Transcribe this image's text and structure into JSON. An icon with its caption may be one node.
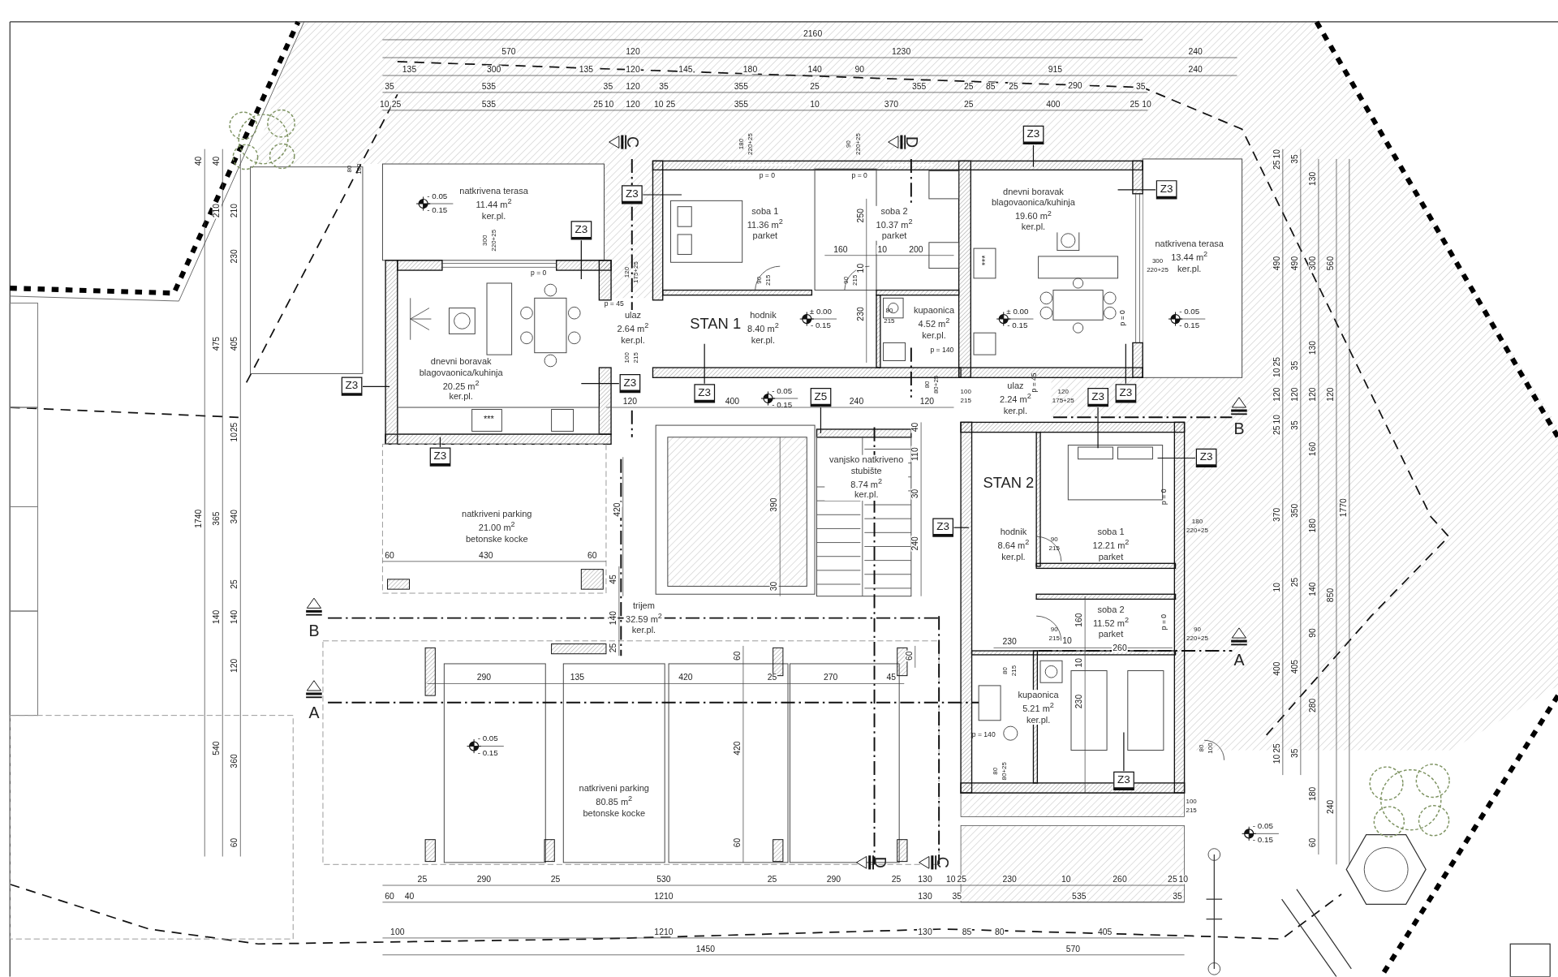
{
  "diagram": {
    "nodes": [
      {
        "text": [
          "natkrivena terasa",
          "11.44 m$^{2}$",
          "ker.pl."
        ]
      },
      {
        "text": [
          "dnevni boravak blagovaonica/kuhinja",
          "20.25 m$^{2}$",
          "ker.pl."
        ]
      },
      {
        "text": [
          "ulaz",
          "2.64 m$^{2}$",
          "ker.pl."
        ]
      },
      {
        "text": [
          "soba 1",
          "11.36 m$^{2}$",
          "parket"
        ]
      },
      {
        "text": [
          "hodnik",
          "8.40 m$^{2}$",
          "ker.pl."
        ]
      },
      {
        "text": [
          "soba 2",
          "10.37 m$^{2}$",
          "parket"
        ]
      },
      {
        "text": [
          "kupaonica",
          "4.52 m$^{2}$",
          "ker.pl."
        ]
      },
      {
        "text": [
          "dnevni boravak blagovaonica/kuhinja",
          "19.60 m$^{2}$",
          "ker.pl."
        ]
      },
      {
        "text": [
          "natkrivena terasa",
          "13.44 m$^{2}$",
          "ker.pl."
        ]
      },
      {
        "text": [
          "ulaz",
          "2.24 m$^{2}$",
          "ker.pl."
        ]
      },
      {
        "text": [
          "vanjsko natkriveno stubište",
          "8.74 m$^{2}$",
          "ker.pl."
        ]
      },
      {
        "text": [
          "hodnik",
          "8.64 m$^{2}$",
          "ker.pl."
        ]
      },
      {
        "text": [
          "soba 1",
          "12.21 m$^{2}$",
          "parket"
        ]
      },
      {
        "text": [
          "soba 2",
          "11.52 m$^{2}$",
          "parket"
        ]
      },
      {
        "text": [
          "kupaonica",
          "5.21 m$^{2}$",
          "ker.pl."
        ]
      },
      {
        "text": [
          "natkriveni parking",
          "21.00 m$^{2}$",
          "betonske kocke"
        ]
      },
      {
        "text": [
          "trijem",
          "32.59 m$^{2}$",
          "ker.pl."
        ]
      },
      {
        "text": [
          "natkriveni parking",
          "80.85 m$^{2}$",
          "betonske kocke"
        ]
      },
      {
        "text": [
          "Z3"
        ]
      },
      {
        "text": [
          "Z3"
        ]
      },
      {
        "text": [
          "Z3"
        ]
      },
      {
        "text": [
          "Z3"
        ]
      },
      {
        "text": [
          "Z3"
        ]
      },
      {
        "text": [
          "Z3"
        ]
      },
      {
        "text": [
          "Z5"
        ]
      },
      {
        "text": [
          "Z3"
        ]
      },
      {
        "text": [
          "Z3"
        ]
      },
      {
        "text": [
          "Z3"
        ]
      },
      {
        "text": [
          "Z3"
        ]
      },
      {
        "text": [
          "Z3"
        ]
      },
      {
        "text": [
          "Z3"
        ]
      },
      {
        "text": [
          "Z3"
        ]
      }
    ],
    "edges": [
      {
        "from": 18,
        "to": null,
        "arrow": "none"
      },
      {
        "from": 19,
        "to": null,
        "arrow": "none"
      },
      {
        "from": 20,
        "to": null,
        "arrow": "none"
      },
      {
        "from": 21,
        "to": null,
        "arrow": "none"
      },
      {
        "from": 22,
        "to": null,
        "arrow": "none"
      },
      {
        "from": 23,
        "to": null,
        "arrow": "none"
      },
      {
        "from": 24,
        "to": null,
        "arrow": "none"
      },
      {
        "from": 25,
        "to": null,
        "arrow": "none"
      },
      {
        "from": 26,
        "to": null,
        "arrow": "none"
      },
      {
        "from": 27,
        "to": null,
        "arrow": "none"
      },
      {
        "from": 28,
        "to": null,
        "arrow": "none"
      },
      {
        "from": 29,
        "to": null,
        "arrow": "none"
      },
      {
        "from": 30,
        "to": null,
        "arrow": "none"
      },
      {
        "from": 31,
        "to": null,
        "arrow": "none"
      }
    ],
    "labels": [
      "2160",
      "570",
      "120",
      "1230",
      "240",
      "135",
      "300",
      "135",
      "120",
      "145",
      "180",
      "140",
      "90",
      "915",
      "240",
      "35",
      "535",
      "35",
      "120",
      "35",
      "355",
      "25",
      "355",
      "25",
      "85",
      "25",
      "290",
      "35",
      "10",
      "25",
      "535",
      "25",
      "10",
      "120",
      "10",
      "25",
      "355",
      "10",
      "370",
      "25",
      "400",
      "25",
      "10",
      "40",
      "40",
      "210",
      "210",
      "230",
      "475",
      "405",
      "25",
      "10",
      "1740",
      "365",
      "340",
      "25",
      "140",
      "140",
      "120",
      "540",
      "360",
      "60",
      "25",
      "10",
      "35",
      "130",
      "490",
      "490",
      "300",
      "560",
      "130",
      "10",
      "25",
      "35",
      "120",
      "120",
      "120",
      "120",
      "25",
      "10",
      "35",
      "160",
      "370",
      "350",
      "1770",
      "180",
      "10",
      "25",
      "140",
      "850",
      "90",
      "400",
      "405",
      "280",
      "10",
      "25",
      "35",
      "180",
      "240",
      "60",
      "25",
      "290",
      "25",
      "530",
      "25",
      "290",
      "25",
      "130",
      "10",
      "25",
      "230",
      "10",
      "260",
      "25",
      "10",
      "60",
      "40",
      "1210",
      "130",
      "35",
      "535",
      "35",
      "100",
      "1210",
      "130",
      "85",
      "80",
      "405",
      "1450",
      "570",
      "60",
      "430",
      "60",
      "420",
      "45",
      "140",
      "25",
      "390",
      "30",
      "40",
      "110",
      "30",
      "240",
      "60",
      "60",
      "290",
      "135",
      "420",
      "25",
      "270",
      "45",
      "420",
      "60",
      "120",
      "400",
      "240",
      "120",
      "250",
      "160",
      "10",
      "200",
      "10",
      "230",
      "160",
      "10",
      "260",
      "10",
      "230",
      "230",
      "- 0.05",
      "- 0.15",
      "± 0.00",
      "- 0.15",
      "- 0.05",
      "- 0.15",
      "± 0.00",
      "- 0.15",
      "- 0.05",
      "- 0.15",
      "- 0.05",
      "- 0.15",
      "- 0.05",
      "- 0.15",
      "80",
      "100",
      "300",
      "220+25",
      "120",
      "175+25",
      "180",
      "220+25",
      "90",
      "220+25",
      "90",
      "215",
      "90",
      "215",
      "80",
      "215",
      "100",
      "215",
      "80",
      "80+25",
      "100",
      "215",
      "120",
      "175+25",
      "300",
      "220+25",
      "180",
      "220+25",
      "90",
      "215",
      "90",
      "220+25",
      "90",
      "215",
      "80",
      "215",
      "80",
      "80+25",
      "80",
      "100",
      "100",
      "215",
      "p = 0",
      "p = 45",
      "p = 0",
      "p = 0",
      "p = 140",
      "p = 45",
      "p = 0",
      "p = 0",
      "p = 0",
      "p = 140",
      "***",
      "***",
      "C",
      "D",
      "B",
      "B",
      "A",
      "A",
      "D",
      "C",
      "STAN 1",
      "STAN 2"
    ]
  }
}
